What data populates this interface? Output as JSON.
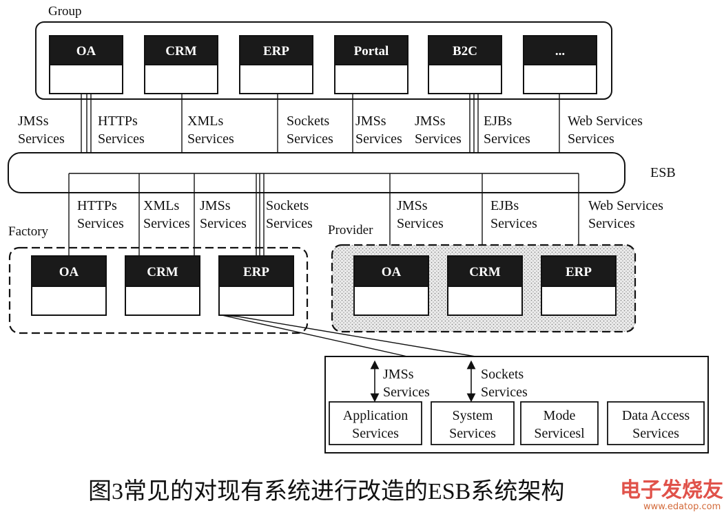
{
  "group": {
    "title": "Group",
    "systems": [
      "OA",
      "CRM",
      "ERP",
      "Portal",
      "B2C",
      "..."
    ]
  },
  "bus": {
    "label": "ESB"
  },
  "upper_services": [
    [
      "JMSs",
      "Services"
    ],
    [
      "HTTPs",
      "Services"
    ],
    [
      "XMLs",
      "Services"
    ],
    [
      "Sockets",
      "Services"
    ],
    [
      "JMSs",
      "Services"
    ],
    [
      "JMSs",
      "Services"
    ],
    [
      "EJBs",
      "Services"
    ],
    [
      "Web Services",
      "Services"
    ]
  ],
  "lower_services": [
    [
      "HTTPs",
      "Services"
    ],
    [
      "XMLs",
      "Services"
    ],
    [
      "JMSs",
      "Services"
    ],
    [
      "Sockets",
      "Services"
    ],
    [
      "JMSs",
      "Services"
    ],
    [
      "EJBs",
      "Services"
    ],
    [
      "Web Services",
      "Services"
    ]
  ],
  "factory": {
    "title": "Factory",
    "systems": [
      "OA",
      "CRM",
      "ERP"
    ]
  },
  "provider": {
    "title": "Provider",
    "systems": [
      "OA",
      "CRM",
      "ERP"
    ]
  },
  "detail": {
    "links": [
      [
        "JMSs",
        "Services"
      ],
      [
        "Sockets",
        "Services"
      ]
    ],
    "modules": [
      [
        "Application",
        "Services"
      ],
      [
        "System",
        "Services"
      ],
      [
        "Mode",
        "Servicesl"
      ],
      [
        "Data Access",
        "Services"
      ]
    ]
  },
  "caption": "图3常见的对现有系统进行改造的ESB系统架构",
  "watermark": {
    "logo": "电子发烧友",
    "url": "www.edatop.com"
  }
}
